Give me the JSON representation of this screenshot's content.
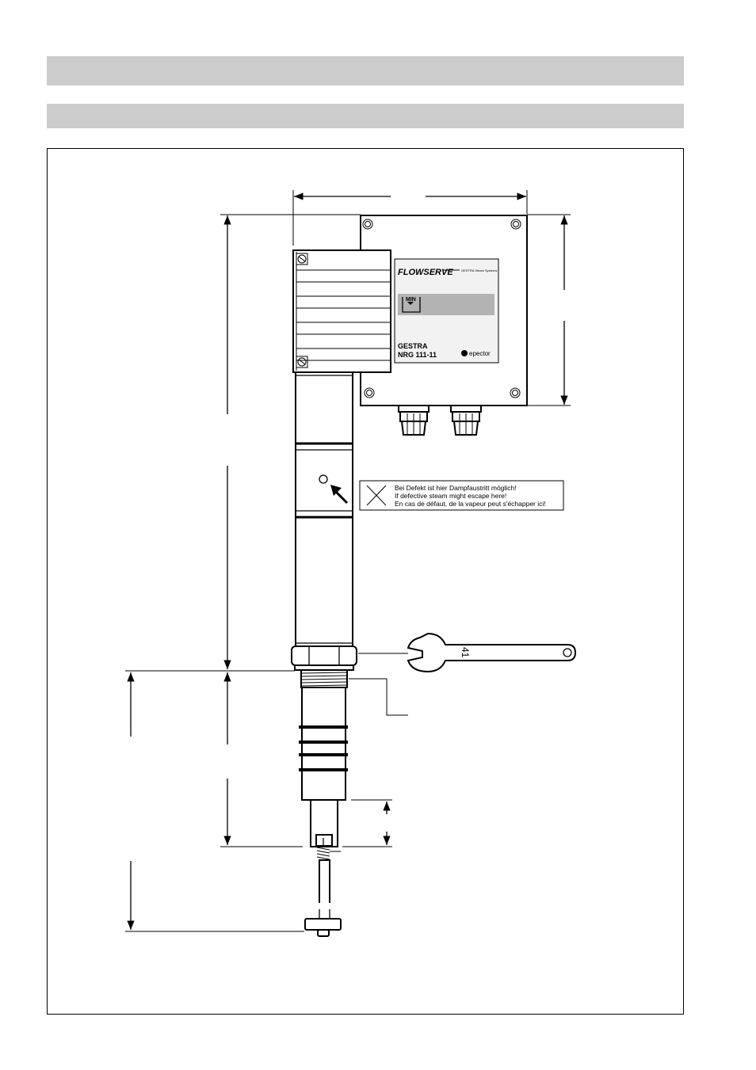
{
  "header": {
    "bar1_text": "",
    "bar2_text": ""
  },
  "device": {
    "brand": "FLOWSERVE",
    "brand_sub": "GESTRA Steam Systems",
    "indicator_label": "MIN",
    "maker": "GESTRA",
    "model": "NRG 111-11",
    "sub_brand": "epector"
  },
  "warning": {
    "line_de": "Bei Defekt ist hier Dampfaustritt möglich!",
    "line_en": "If defective steam might escape here!",
    "line_fr": "En cas de défaut, de la vapeur peut s'échapper ici!"
  },
  "wrench": {
    "size_label": "41"
  },
  "colors": {
    "band": "#cccccc",
    "panel": "#f2f2f2",
    "indicator": "#b3b3b3",
    "line": "#000000"
  }
}
